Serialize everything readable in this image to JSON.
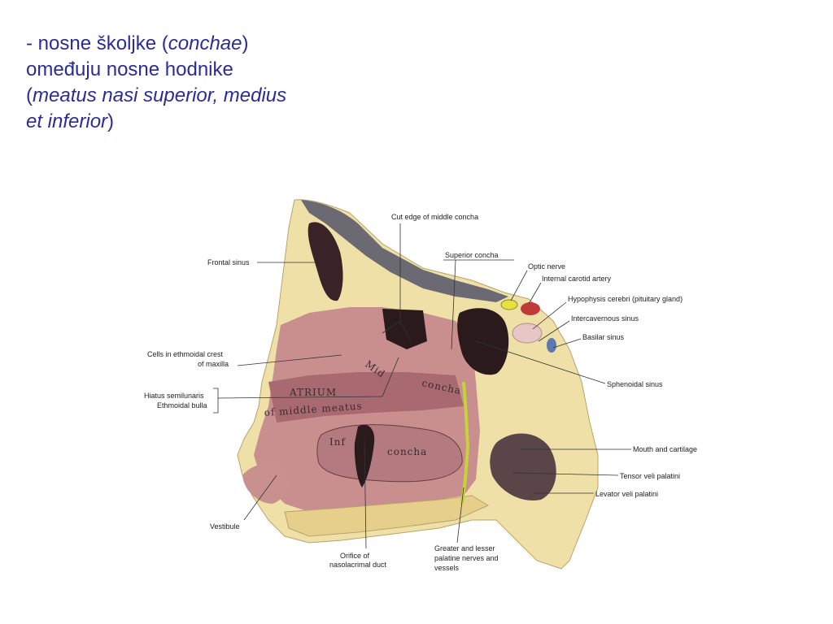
{
  "slide": {
    "line1_prefix": "- nosne školjke (",
    "line1_italic": "conchae",
    "line1_suffix": ")",
    "line2": "omeđuju nosne hodnike",
    "line3_prefix": "(",
    "line3_italic": "meatus nasi superior, medius",
    "line4_italic": "et inferior",
    "line4_suffix": ")"
  },
  "labels": {
    "cut_edge": "Cut edge of middle concha",
    "superior_concha": "Superior concha",
    "optic_nerve": "Optic nerve",
    "internal_carotid": "Internal carotid artery",
    "hypophysis": "Hypophysis cerebri (pituitary gland)",
    "intercavernous": "Intercavernous sinus",
    "basilar": "Basilar sinus",
    "frontal_sinus": "Frontal sinus",
    "ethmoidal_crest_1": "Cells in ethmoidal crest",
    "ethmoidal_crest_2": "of maxilla",
    "hiatus": "Hiatus semilunaris",
    "bulla": "Ethmoidal bulla",
    "sphenoidal": "Sphenoidal sinus",
    "mouth_cartilage": "Mouth and cartilage",
    "tensor": "Tensor veli palatini",
    "levator": "Levator veli palatini",
    "vestibule": "Vestibule",
    "orifice_1": "Orifice of",
    "orifice_2": "nasolacrimal duct",
    "palatine_1": "Greater and lesser",
    "palatine_2": "palatine nerves and",
    "palatine_3": "vessels"
  },
  "regions": {
    "atrium": "ATRIUM",
    "of_middle_meatus": "of middle meatus",
    "mid": "Mid",
    "concha_mid": "concha",
    "inf": "Inf",
    "concha_inf": "concha"
  },
  "colors": {
    "text_blue": "#2b2b9a",
    "mucosa": "#c98f8f",
    "mucosa_dark": "#7a3f45",
    "bone": "#efe0a8",
    "cavity": "#2a1a1c"
  }
}
